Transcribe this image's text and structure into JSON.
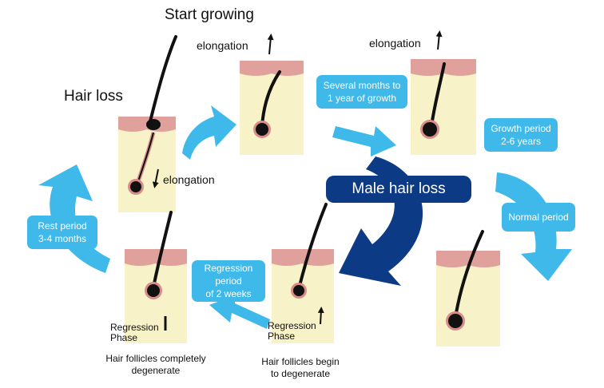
{
  "labels": {
    "start_growing": "Start growing",
    "hair_loss": "Hair loss",
    "elongation_top_left": "elongation",
    "elongation_top_right": "elongation",
    "elongation_lower": "elongation",
    "regression_left": [
      "Regression",
      "Phase"
    ],
    "regression_right": [
      "Regression",
      "Phase"
    ]
  },
  "bubbles": {
    "growth_months": [
      "Several months to",
      "1 year of growth"
    ],
    "growth_period": [
      "Growth period",
      "2-6 years"
    ],
    "normal_period": "Normal period",
    "regression_period": [
      "Regression",
      "period",
      "of 2 weeks"
    ],
    "rest_period": [
      "Rest period",
      "3-4 months"
    ],
    "male_hair_loss": "Male hair loss"
  },
  "captions": {
    "degenerate_complete": [
      "Hair follicles completely",
      "degenerate"
    ],
    "degenerate_begin": [
      "Hair follicles begin",
      "to degenerate"
    ]
  },
  "colors": {
    "cycle_arrow": "#3fb8ea",
    "male_arrow": "#0d3a85",
    "skin_panel": "#f8f2c8",
    "scalp": "#e0a19c",
    "hair": "#111111",
    "follicle_ring": "#d98b8a"
  }
}
